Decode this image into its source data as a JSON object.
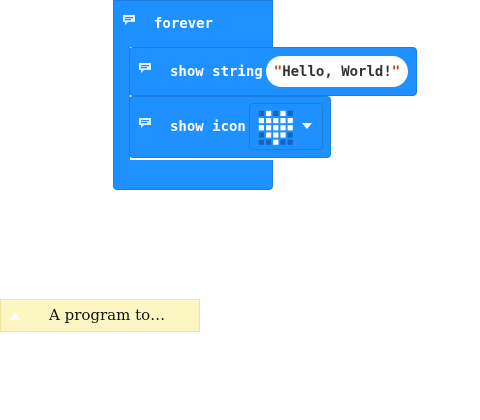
{
  "workspace": {
    "forever_block": {
      "label": "forever",
      "color": "#1e90ff"
    },
    "show_string_block": {
      "label": "show string",
      "value": "Hello, World!",
      "quote_open": "\"",
      "quote_close": "\""
    },
    "show_icon_block": {
      "label": "show icon",
      "selected_icon": "heart-icon",
      "led_pattern": [
        [
          0,
          1,
          0,
          1,
          0
        ],
        [
          1,
          1,
          1,
          1,
          1
        ],
        [
          1,
          1,
          1,
          1,
          1
        ],
        [
          0,
          1,
          1,
          1,
          0
        ],
        [
          0,
          0,
          1,
          0,
          0
        ]
      ]
    },
    "comment": {
      "text": "A program to…",
      "color": "#fcf7c2"
    }
  },
  "colors": {
    "block_blue": "#1e90ff",
    "block_border": "#1a7fe0",
    "led_on": "#ffffff",
    "led_off": "#1565c0",
    "string_quote": "#c0392b"
  }
}
